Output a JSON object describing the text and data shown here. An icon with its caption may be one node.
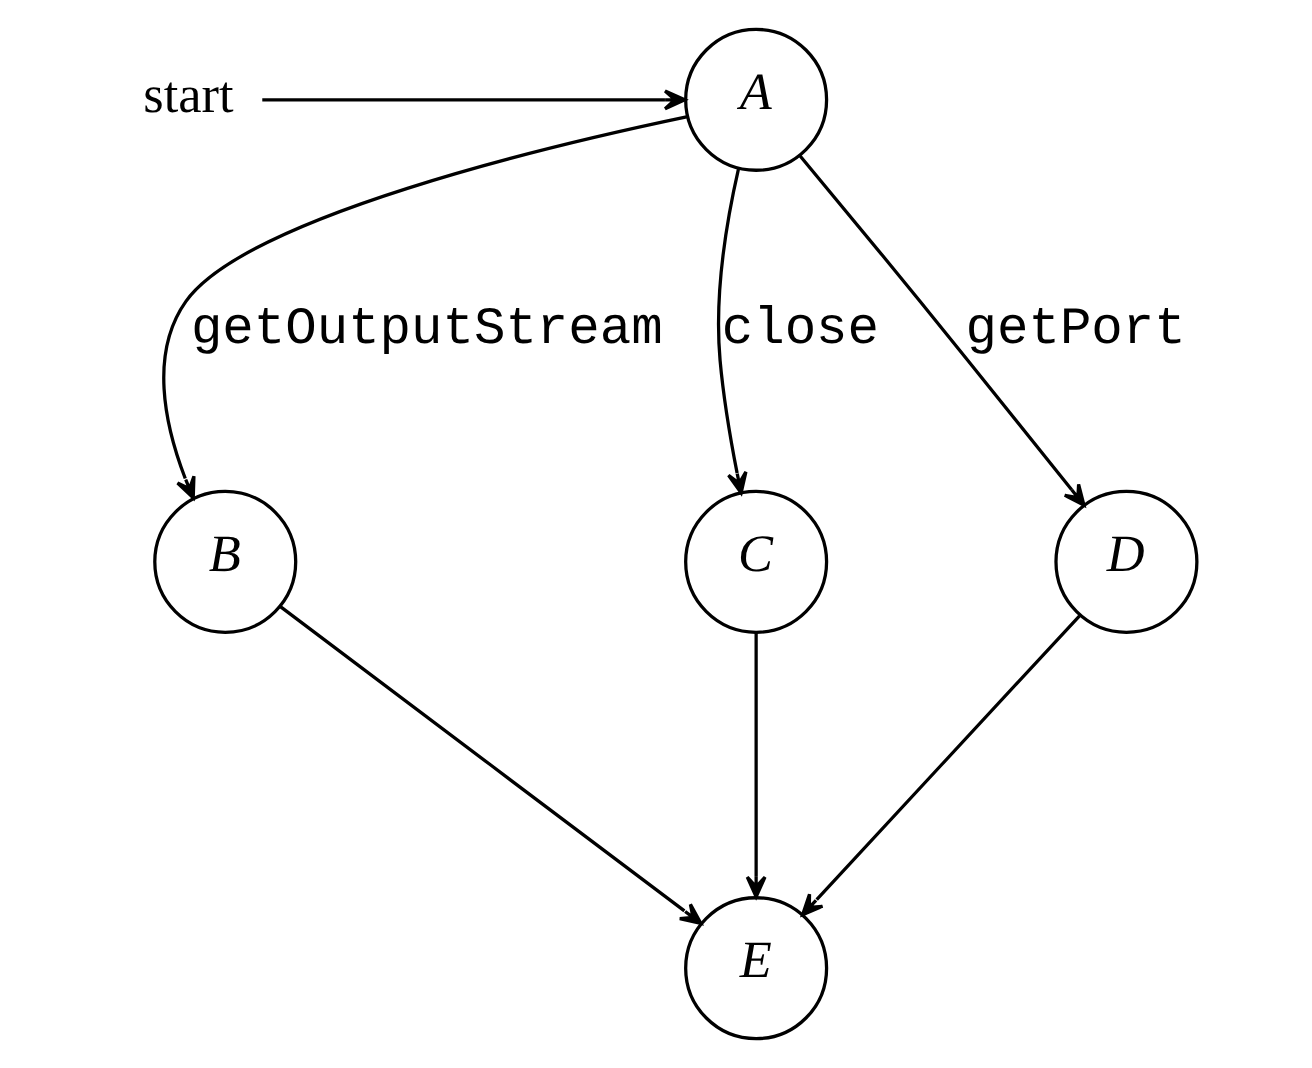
{
  "diagram": {
    "nodes": [
      {
        "text": [
          "start"
        ]
      },
      {
        "text": [
          "A"
        ]
      },
      {
        "text": [
          "B"
        ]
      },
      {
        "text": [
          "C"
        ]
      },
      {
        "text": [
          "D"
        ]
      },
      {
        "text": [
          "E"
        ]
      }
    ],
    "edges": [
      {
        "from": 0,
        "to": 1,
        "arrow": "to"
      },
      {
        "from": 1,
        "to": 2,
        "arrow": "to",
        "label": "getOutputStream"
      },
      {
        "from": 1,
        "to": 3,
        "arrow": "to",
        "label": "close"
      },
      {
        "from": 1,
        "to": 4,
        "arrow": "to",
        "label": "getPort"
      },
      {
        "from": 2,
        "to": 5,
        "arrow": "to"
      },
      {
        "from": 3,
        "to": 5,
        "arrow": "to"
      },
      {
        "from": 4,
        "to": 5,
        "arrow": "to"
      }
    ]
  }
}
